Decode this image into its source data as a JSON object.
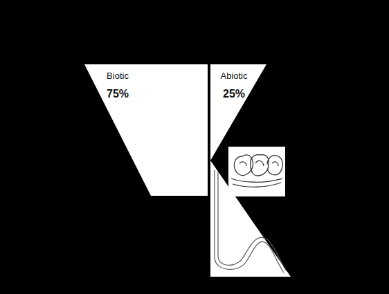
{
  "diagram": {
    "nodes": [
      {
        "text": [
          "Biotic",
          "75%"
        ]
      },
      {
        "text": [
          "Abiotic",
          "25%"
        ]
      }
    ],
    "labels": [
      "+",
      "-"
    ]
  }
}
